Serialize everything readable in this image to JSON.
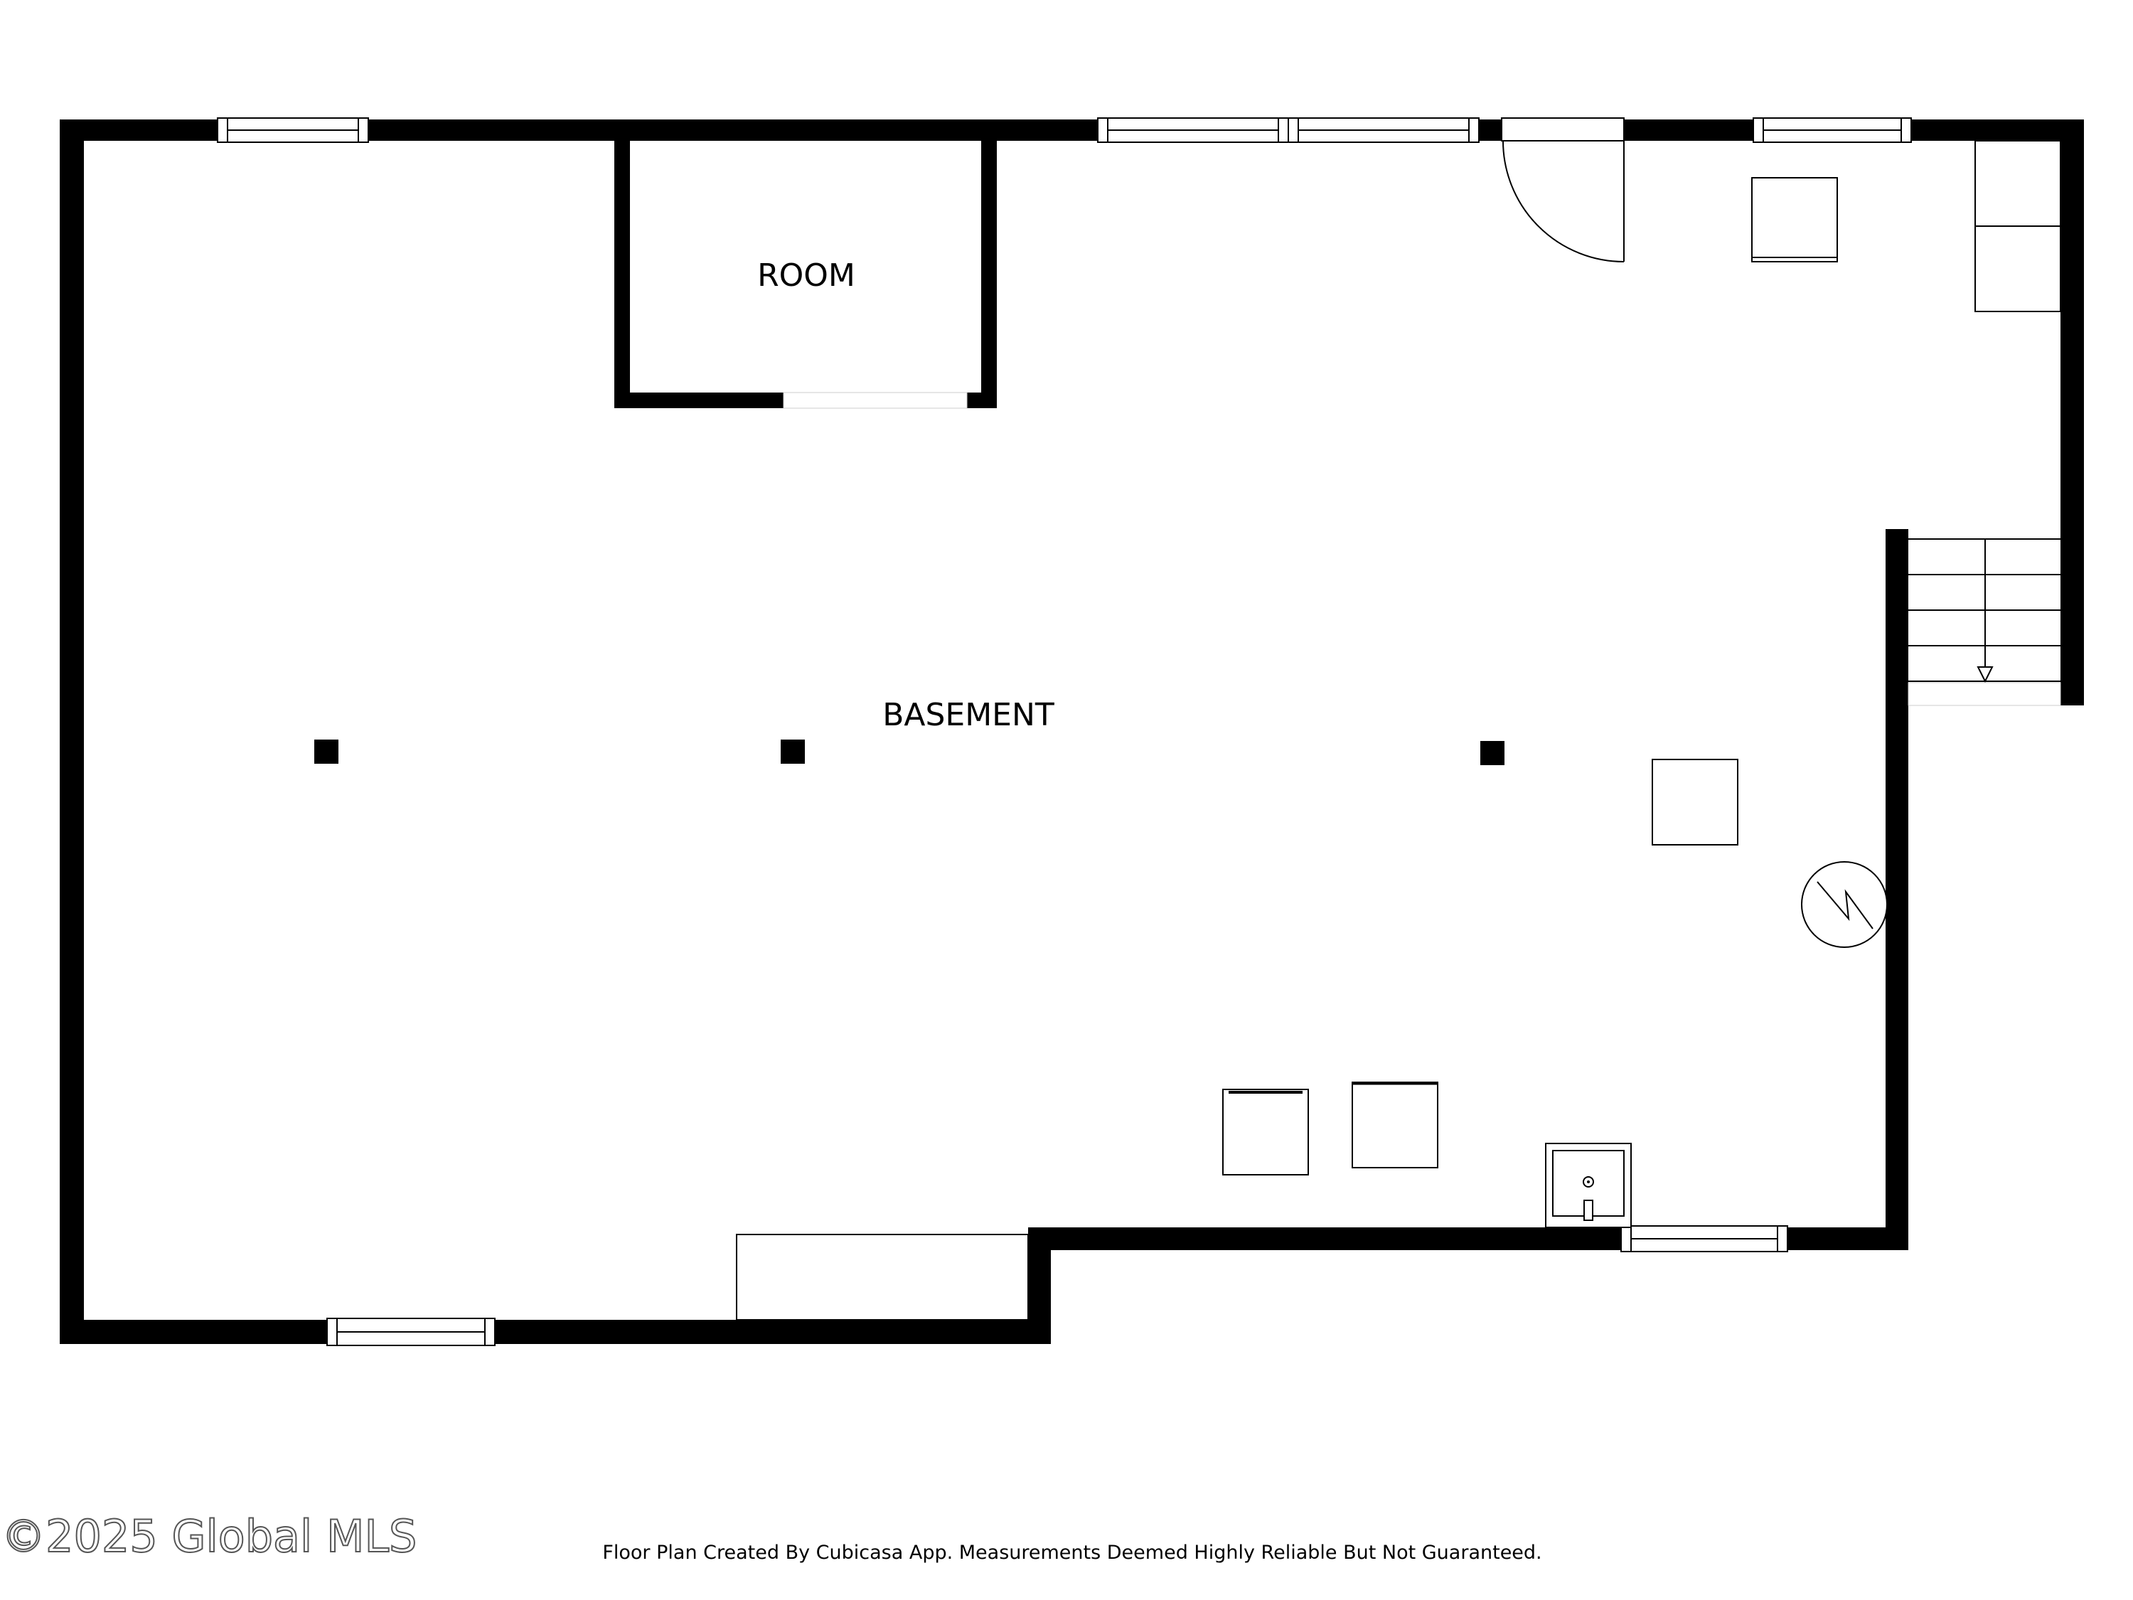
{
  "rooms": {
    "room_label": "ROOM",
    "basement_label": "BASEMENT"
  },
  "footer": {
    "disclaimer": "Floor Plan Created By Cubicasa App. Measurements Deemed Highly Reliable But Not Guaranteed.",
    "watermark": "©2025 Global MLS"
  },
  "colors": {
    "wall": "#000000",
    "background": "#ffffff"
  },
  "icons": {
    "water_heater": "electric-symbol-icon",
    "stairs_arrow": "arrow-down-icon"
  }
}
